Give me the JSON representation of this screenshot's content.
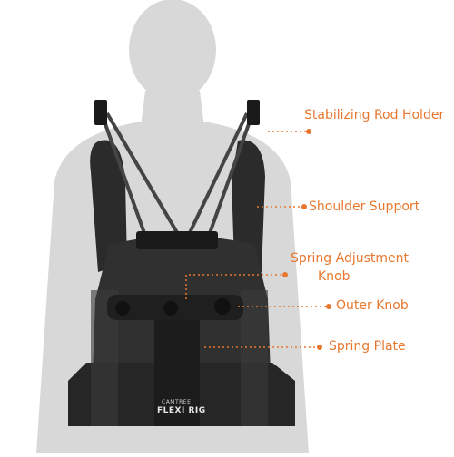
{
  "labels": {
    "rod_holder": "Stabilizing Rod Holder",
    "shoulder_support": "Shoulder Support",
    "spring_knob_line1": "Spring Adjustment",
    "spring_knob_line2": "Knob",
    "outer_knob": "Outer Knob",
    "spring_plate": "Spring Plate"
  },
  "product_text": {
    "brand": "CAMTREE",
    "model": "FLEXI RIG"
  },
  "colors": {
    "label": "#e8772e",
    "silhouette": "#d9d9d9",
    "vest": "#2a2a2a"
  }
}
